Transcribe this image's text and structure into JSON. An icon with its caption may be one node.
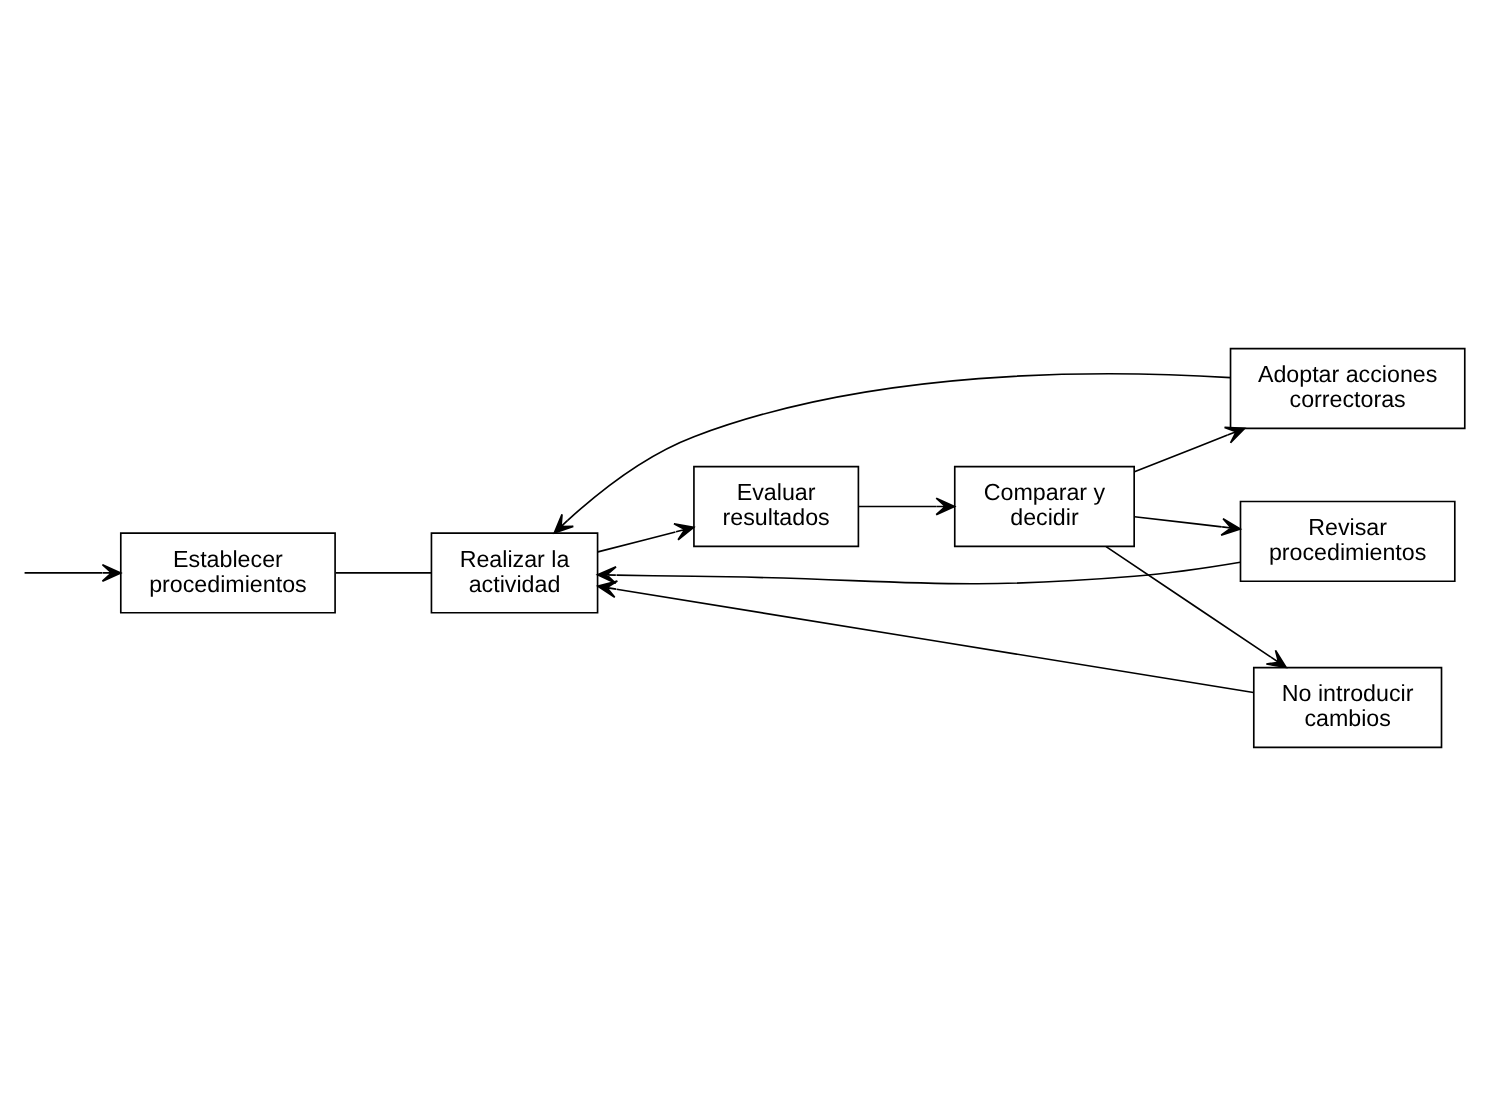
{
  "diagram": {
    "nodes": [
      {
        "text": [
          "Establecer procedimientos"
        ]
      },
      {
        "text": [
          "Adoptar acciones correctoras"
        ]
      },
      {
        "text": [
          "Revisar procedimientos"
        ]
      },
      {
        "text": [
          "No introducir cambios"
        ]
      },
      {
        "text": [
          "Comparar y decidir"
        ]
      },
      {
        "text": [
          "Realizar la actividad"
        ]
      },
      {
        "text": [
          "Evaluar resultados"
        ]
      }
    ],
    "edges": [
      {
        "from": null,
        "to": 0,
        "arrow": "to"
      },
      {
        "from": 0,
        "to": 5,
        "arrow": "none"
      },
      {
        "from": 4,
        "to": 1,
        "arrow": "to"
      },
      {
        "from": 4,
        "to": 2,
        "arrow": "to"
      },
      {
        "from": 4,
        "to": 3,
        "arrow": "to"
      },
      {
        "from": 1,
        "to": 5,
        "arrow": "to"
      },
      {
        "from": 2,
        "to": 5,
        "arrow": "to"
      },
      {
        "from": 3,
        "to": 5,
        "arrow": "to"
      },
      {
        "from": 5,
        "to": 6,
        "arrow": "to"
      },
      {
        "from": 6,
        "to": 4,
        "arrow": "to"
      }
    ]
  }
}
